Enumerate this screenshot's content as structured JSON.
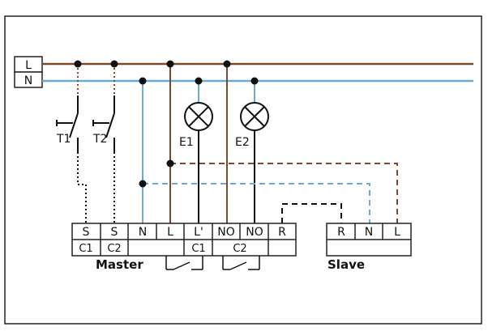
{
  "colors": {
    "live": "#7a4a2a",
    "neutral": "#6aaad6",
    "wire": "#111111",
    "frame": "#222222",
    "background": "#ffffff"
  },
  "supply": {
    "live_label": "L",
    "neutral_label": "N"
  },
  "switches": [
    {
      "label": "T1"
    },
    {
      "label": "T2"
    }
  ],
  "lamps": [
    {
      "label": "E1"
    },
    {
      "label": "E2"
    }
  ],
  "master": {
    "title": "Master",
    "terminals": [
      "S",
      "S",
      "N",
      "L",
      "L'",
      "NO",
      "NO",
      "R"
    ],
    "channels": [
      "C1",
      "C2",
      "C1",
      "C2"
    ]
  },
  "slave": {
    "title": "Slave",
    "terminals": [
      "R",
      "N",
      "L"
    ]
  }
}
